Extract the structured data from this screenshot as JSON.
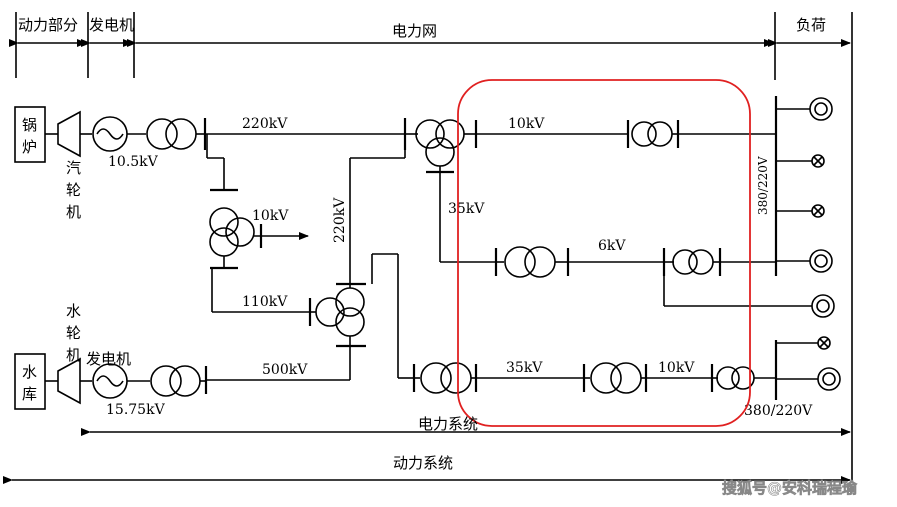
{
  "header": {
    "power_part": "动力部分",
    "generator": "发电机",
    "grid": "电力网",
    "load": "负荷"
  },
  "sources": {
    "boiler": "锅\n炉",
    "steam_turbine": "汽\n轮\n机",
    "reservoir": "水\n库",
    "hydro_turbine": "水\n轮\n机",
    "hydro_generator": "发电机"
  },
  "labels": {
    "v10_5kV": "10.5kV",
    "v220kV_line": "220kV",
    "v10kV_tap": "10kV",
    "v220kV_vertical": "220kV",
    "v110kV": "110kV",
    "v500kV": "500kV",
    "v15_75kV": "15.75kV",
    "v10kV_top": "10kV",
    "v35kV_side": "35kV",
    "v6kV": "6kV",
    "v35kV_bottom": "35kV",
    "v10kV_bottom": "10kV",
    "v380_220_vertical": "380/220V",
    "v380_220_bottom": "380/220V"
  },
  "footer": {
    "power_system": "电力系统",
    "dynamic_system": "动力系统"
  },
  "watermark": "搜狐号@安科瑞程瑜",
  "colors": {
    "highlight": "#e02020",
    "ink": "#000000"
  }
}
